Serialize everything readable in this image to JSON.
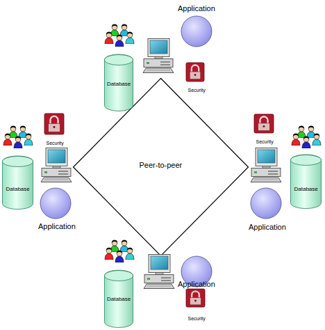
{
  "diagram": {
    "nodes": [
      {
        "text": [
          "Application"
        ]
      },
      {
        "text": [
          "Database"
        ]
      },
      {
        "text": [
          "Security"
        ]
      },
      {
        "text": [
          "Security"
        ]
      },
      {
        "text": [
          "Database"
        ]
      },
      {
        "text": [
          "Application"
        ]
      },
      {
        "text": [
          "Peer-to-peer"
        ]
      },
      {
        "text": [
          "Security"
        ]
      },
      {
        "text": [
          "Database"
        ]
      },
      {
        "text": [
          "Application"
        ]
      },
      {
        "text": [
          "Database"
        ]
      },
      {
        "text": [
          "Application"
        ]
      },
      {
        "text": [
          "Security"
        ]
      }
    ]
  }
}
